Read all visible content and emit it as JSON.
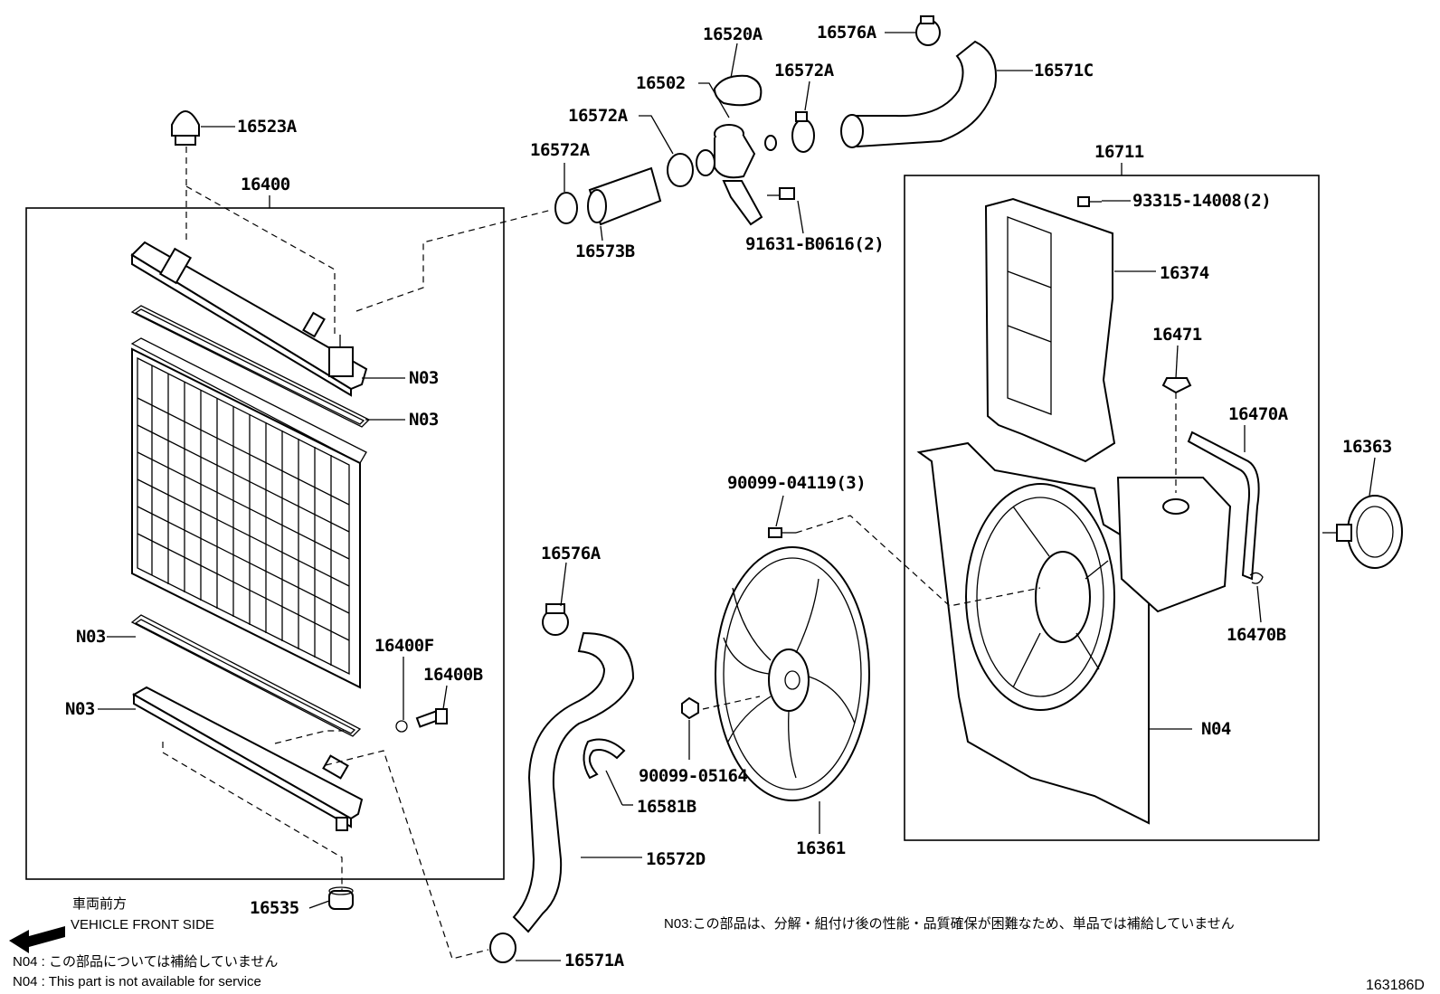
{
  "labels": {
    "p16520A": "16520A",
    "p16576A_top": "16576A",
    "p16502": "16502",
    "p16572A_a": "16572A",
    "p16571C": "16571C",
    "p16523A": "16523A",
    "p16572A_b": "16572A",
    "p16572A_c": "16572A",
    "p16711": "16711",
    "p16400": "16400",
    "p93315": "93315-14008(2)",
    "p16573B": "16573B",
    "p91631": "91631-B0616(2)",
    "p16374": "16374",
    "p16471": "16471",
    "p16470A": "16470A",
    "p16363": "16363",
    "p90099_04119": "90099-04119(3)",
    "p16576A_mid": "16576A",
    "p16470B": "16470B",
    "p16400F": "16400F",
    "p16400B": "16400B",
    "p90099_05164": "90099-05164",
    "p16581B": "16581B",
    "p16572D": "16572D",
    "p16361": "16361",
    "p16535": "16535",
    "p16571A": "16571A",
    "pN03_1": "N03",
    "pN03_2": "N03",
    "pN03_3": "N03",
    "pN03_4": "N03",
    "pN04": "N04"
  },
  "notes": {
    "front_jp": "車両前方",
    "front_en": "VEHICLE FRONT SIDE",
    "n04_jp": "N04 : この部品については補給していません",
    "n04_en": "N04 : This part is not available for service",
    "n03_jp": "N03:この部品は、分解・組付け後の性能・品質確保が困難なため、単品では補給していません"
  },
  "figure_id": "163186D",
  "icons": [
    "vehicle-front-arrow-icon"
  ]
}
